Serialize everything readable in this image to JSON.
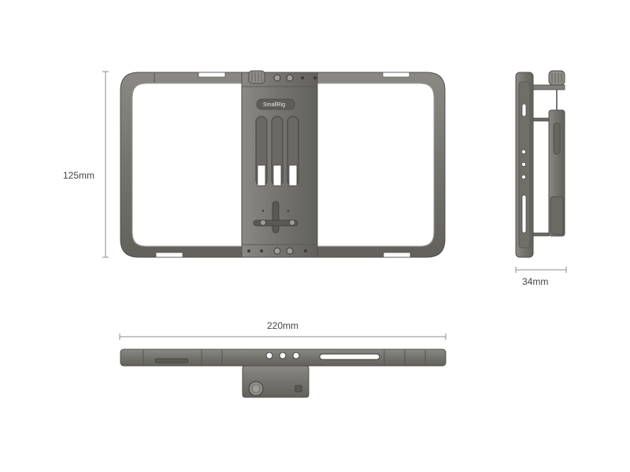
{
  "dimensions": {
    "height_label": "125mm",
    "width_label": "220mm",
    "depth_label": "34mm"
  },
  "product": {
    "logo_text": "SmallRig"
  },
  "colors": {
    "metal": "#75746f",
    "metal_dark": "#55544f",
    "metal_light": "#9a9994",
    "dimension_line": "#888888",
    "background": "#ffffff"
  }
}
